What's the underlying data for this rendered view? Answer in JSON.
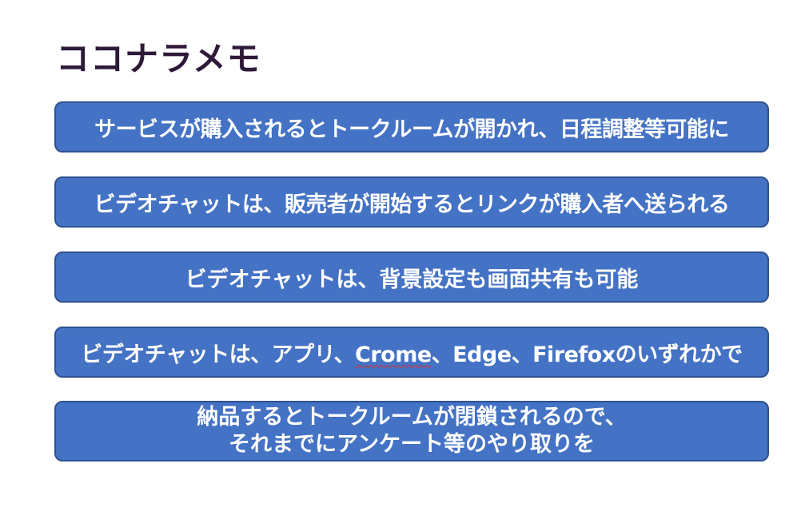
{
  "title": "ココナラメモ",
  "boxes": [
    {
      "text": "サービスが購入されるとトークルームが開かれ、日程調整等可能に"
    },
    {
      "text": "ビデオチャットは、販売者が開始するとリンクが購入者へ送られる"
    },
    {
      "text": "ビデオチャットは、背景設定も画面共有も可能"
    },
    {
      "text_before": "ビデオチャットは、アプリ、",
      "misspelled_word": "Crome",
      "text_after": "、Edge、Firefoxのいずれかで"
    },
    {
      "line1": "納品するとトークルームが閉鎖されるので、",
      "line2": "それまでにアンケート等のやり取りを"
    }
  ],
  "colors": {
    "title": "#2e1a38",
    "box_fill": "#4472c4",
    "box_border": "#2f528f",
    "box_text": "#ffffff",
    "spellcheck_underline": "#e03030"
  }
}
